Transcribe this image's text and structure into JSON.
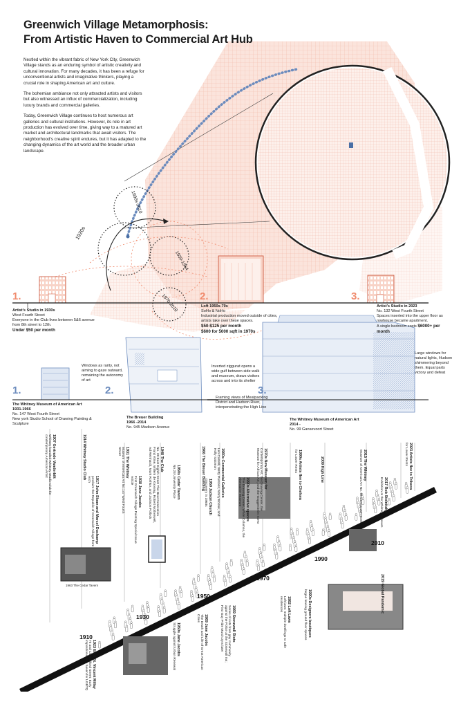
{
  "title": {
    "line1": "Greenwich Village Metamorphosis:",
    "line2": "From Artistic Haven to Commercial Art Hub"
  },
  "intro": {
    "p1": "Nestled within the vibrant fabric of New York City, Greenwich Village stands as an enduring symbol of artistic creativity and cultural innovation. For many decades, it has been a refuge for unconventional artists and imaginative thinkers, playing a crucial role in shaping American art and culture.",
    "p2": "The bohemian ambiance not only attracted artists and visitors but also witnessed an influx of commercialization, including luxury brands and commercial galleries.",
    "p3": "Today, Greenwich Village continues to host numerous art galleries and cultural institutions. However, its role in art production has evolved over time, giving way to a matured art market and architectural landmarks that await visitors. The neighborhood's creative spirit endures, but it has adapted to the changing dynamics of the art world and the broader urban landscape."
  },
  "map_labels": {
    "era1": "1920s",
    "era2": "1990s-2010",
    "era3": "1930-1954",
    "era4": "1970-2018"
  },
  "studios": {
    "s1": {
      "num": "1.",
      "title": "Artist's Studio in 1930s",
      "line1": "West Fourth Street",
      "line2": "Everyone in the Club lives between 5&6 avenue from 8th street to 12th.",
      "price": "Under $50 per month"
    },
    "s2": {
      "num": "2.",
      "title": "Loft 1950s-70s",
      "line1": "SoHo & NoHo",
      "line2": "Industrial production moved outside of cities, artists take over these spaces.",
      "price1": "$50-$125 per month",
      "price2": "$600 for 5000 sqft in 1970s"
    },
    "s3": {
      "num": "3.",
      "title": "Artist's Studio in 2023",
      "line1": "No. 132 West Fourth Street",
      "line2": "Spaces inserted into the upper floor as rowhouse became apartment.",
      "line3": "A single bedroom costs",
      "price": "$6000+ per month"
    }
  },
  "museums": {
    "m1": {
      "num": "1.",
      "title1": "The Whitney Museum of American Art",
      "title2": "1931-1966",
      "line1": "No. 147 West Fourth Street",
      "line2": "New york Studio School of Drawing Painting & Sculpture"
    },
    "m2": {
      "num": "2.",
      "title1": "The Breuer Building",
      "title2": "1966 -2014",
      "line1": "No. 945 Madison Avenue"
    },
    "m3": {
      "num": "3.",
      "title1": "The Whitney Museum of American Art",
      "title2": "2014 -",
      "line1": "No. 99 Gansevoort Street"
    }
  },
  "annotations": {
    "windows": "Windows as rarity, not aiming to gaze outward, remaining the autonomy of art",
    "ziggurat": "Inverted ziggurat opens a wide gulf between side walk and museum, draws visitors across and into its shelter",
    "framing": "Framing views of Meatpacking District and Hudson River, interpenetrating the High Line",
    "large": "Large windows for natural lights, Hudson shimmering beyond them. Equal parts victory and defeat"
  },
  "decades": [
    "1910",
    "1930",
    "1950",
    "1970",
    "1990",
    "2010"
  ],
  "timeline_upper": [
    {
      "title": "1907 Gertrude Vanderbilt",
      "sub": "Whitney founded Whitney Studio Club for contemporary American Artist"
    },
    {
      "title": "1914 Whitney Studio Club",
      "sub": ""
    },
    {
      "title": "1917 John Sloan and Marcel Duchamp",
      "sub": "proclaim the Republic of Greenwich Village from Arch"
    },
    {
      "title": "1931 The Whitney",
      "sub": "Museum of American Art No.147 West Fourth Street"
    },
    {
      "title": "1948 The Club",
      "sub": "No. 39 East Eighth Street The Beat Generation Franz Kline, Willem de Kooning, Robert Motherwell, Ad Reinhardt, Mark Rothko, and Jackson Pollock"
    },
    {
      "title": "1938 Jane Jacobs",
      "sub": "First Greenwich Village Painting Special Issue Article"
    },
    {
      "title": "1950s Cedar Tavern",
      "sub": "No.24 University Place"
    },
    {
      "title": "1966 The Breuer Building",
      "sub": ""
    },
    {
      "title": "1950 Judson Church",
      "sub": "Discovery in 1960s"
    },
    {
      "title": "1960s Commercial Galleries",
      "sub": "Leo Castelli, Betty Parsons, Marry Boone, and Holly Salomon"
    },
    {
      "title": "1970s New Museum for",
      "sub": "Contemporary Art, the Drawing Center, the Museum for African Art, and the Guggenheim SoHo"
    },
    {
      "title": "1990s Alternative spaces",
      "sub": "The Drawing Center, White Columns, the Alternative Museum"
    },
    {
      "title": "1990s Artists flee to Chelsea",
      "sub": "for Lower Rents"
    },
    {
      "title": "2009 High Line",
      "sub": ""
    },
    {
      "title": "2015 The Whitney",
      "sub": "Museum of American Art No. 99 Gansevoort Street"
    },
    {
      "title": "2017 Rob Stolnitzky",
      "sub": "Exhibition at the Whitney Museum"
    },
    {
      "title": "2023 Artists flee to Tribeca",
      "sub": "for Lower Rents"
    }
  ],
  "timeline_lower": [
    {
      "title": "1923 Eliot St. Vincent Millay",
      "sub": "75 and 1/2 Bedford Street; Early impositions as a haven for LGBTQ"
    },
    {
      "title": "1950s Jane Jacobs",
      "sub": "Struggle against Urban Renewal"
    },
    {
      "title": "1969 Jane Jacobs",
      "sub": "The Death and Life of Great American Cities"
    },
    {
      "title": "1969 Stonewall Riots",
      "sub": "Series of riots from gay community against the Police at the Stonewall Inn; First Gay Pride March 2yrs later"
    },
    {
      "title": "1982 Loft Laws",
      "sub": "Loft laws: multiple dwellings to safe residences"
    },
    {
      "title": "1990s Designers boutiques",
      "sub": "began leasing ground floor spaces"
    },
    {
      "title": "2019 Global Pandemic",
      "sub": ""
    }
  ],
  "photo_captions": {
    "cedar": "1963 The Cedar Tavern"
  },
  "colors": {
    "accent": "#f08a6c",
    "map": "#f6c9bc",
    "blue": "#6b8bbd"
  }
}
